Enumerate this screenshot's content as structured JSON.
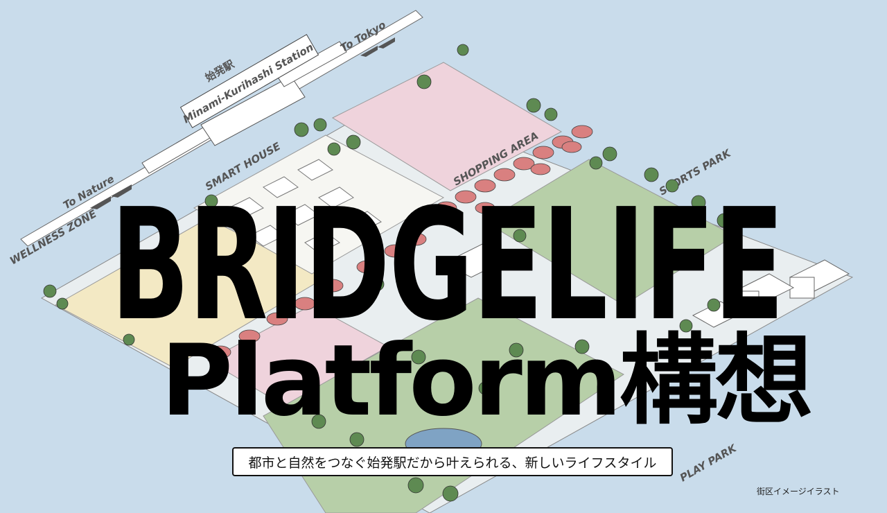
{
  "illustration": {
    "station_jp": "始発駅",
    "station_en": "Minami-Kurihashi Station",
    "to_tokyo": "To Tokyo",
    "to_nature": "To Nature",
    "zones": {
      "smart_house": "SMART HOUSE",
      "shopping_area": "SHOPPING AREA",
      "wellness_zone": "WELLNESS ZONE",
      "sports_park": "SPORTS PARK",
      "play_park": "PLAY PARK"
    }
  },
  "hero": {
    "title_line1": "BRIDGELIFE",
    "title_line2": "Platform構想",
    "tagline": "都市と自然をつなぐ始発駅だから叶えられる、新しいライフスタイル",
    "caption": "街区イメージイラスト"
  },
  "colors": {
    "background": "#c9dceb",
    "park_green": "#b7cfa8",
    "shopping_pink": "#efd3dc",
    "wellness_cream": "#f3e9c4",
    "tree_green": "#5e8a52",
    "blossom_red": "#d98080"
  }
}
